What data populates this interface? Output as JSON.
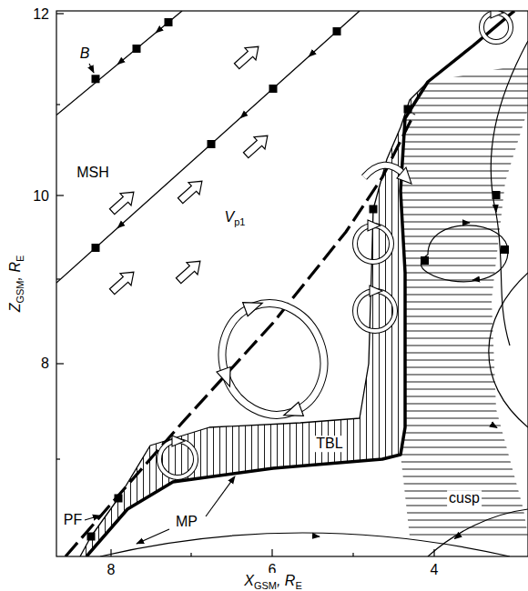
{
  "diagram": {
    "labels": [
      "12",
      "10",
      "8",
      "8",
      "6",
      "4",
      "Z",
      "GSM",
      ", R",
      "E",
      "X",
      "GSM",
      ", R",
      "E",
      "B",
      "MSH",
      "V",
      "p1",
      "PF",
      "TBL",
      "MP",
      "cusp"
    ]
  }
}
